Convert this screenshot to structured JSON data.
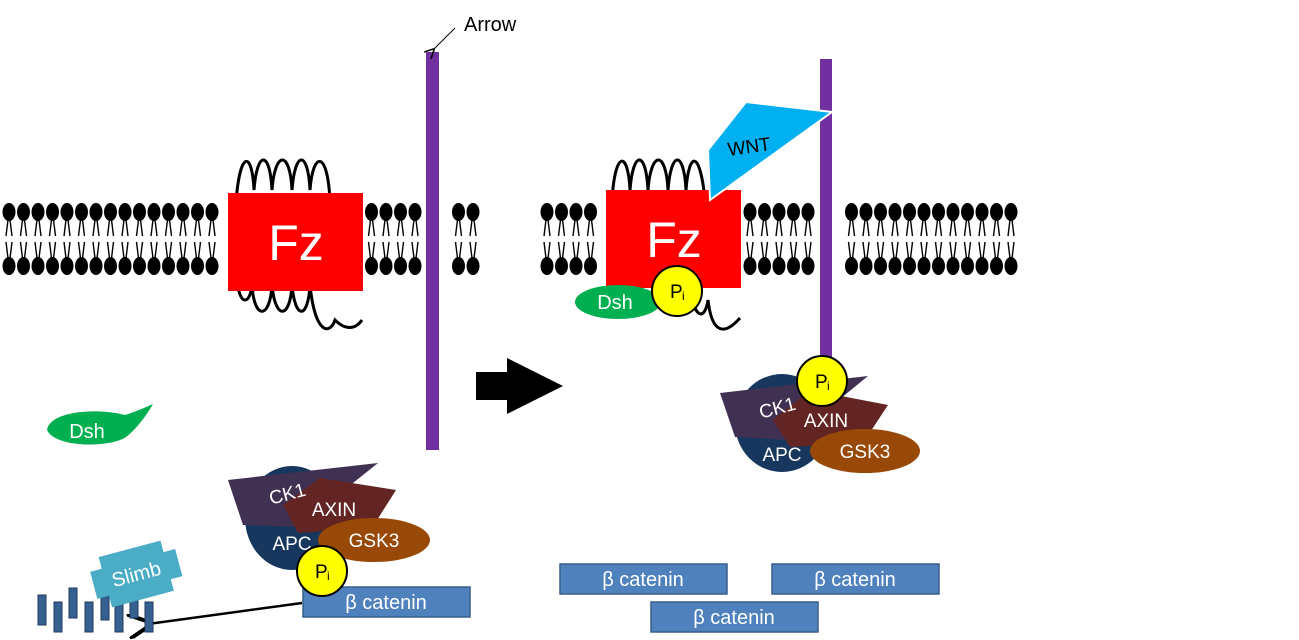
{
  "labels": {
    "arrow_callout": "Arrow",
    "fz": "Fz",
    "dsh": "Dsh",
    "wnt": "WNT",
    "ck1": "CK1",
    "axin": "AXIN",
    "apc": "APC",
    "gsk3": "GSK3",
    "slimb": "Slimb",
    "pi_main": "P",
    "pi_sub": "i",
    "beta_catenin": "β catenin"
  },
  "colors": {
    "membrane": "#000000",
    "fz": "#ff0000",
    "arrow_receptor": "#7030a0",
    "dsh": "#00b050",
    "wnt": "#00b0f0",
    "apc": "#17375e",
    "ck1": "#403152",
    "axin": "#632523",
    "gsk3": "#984807",
    "phosphate": "#ffff00",
    "beta_catenin": "#4f81bd",
    "slimb": "#4bacc6",
    "proteasome": "#376092",
    "transition_arrow": "#000000"
  }
}
